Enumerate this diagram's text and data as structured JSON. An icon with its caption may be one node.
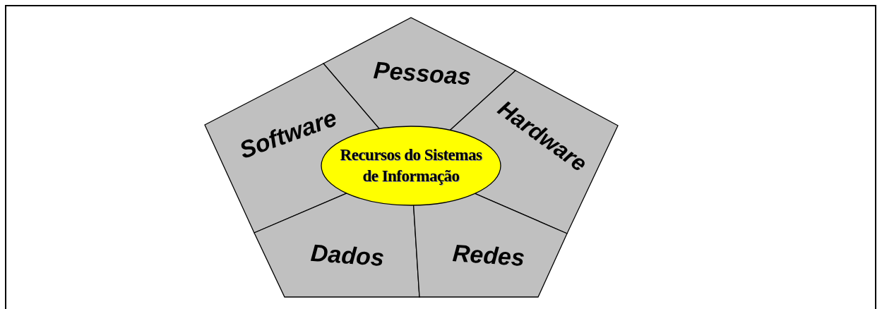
{
  "diagram": {
    "nodes": [
      {
        "text": [
          "Pessoas"
        ]
      },
      {
        "text": [
          "Software"
        ]
      },
      {
        "text": [
          "Hardware"
        ]
      },
      {
        "text": [
          "Recursos do Sistemas de Informação"
        ]
      },
      {
        "text": [
          "Dados"
        ]
      },
      {
        "text": [
          "Redes"
        ]
      }
    ]
  }
}
